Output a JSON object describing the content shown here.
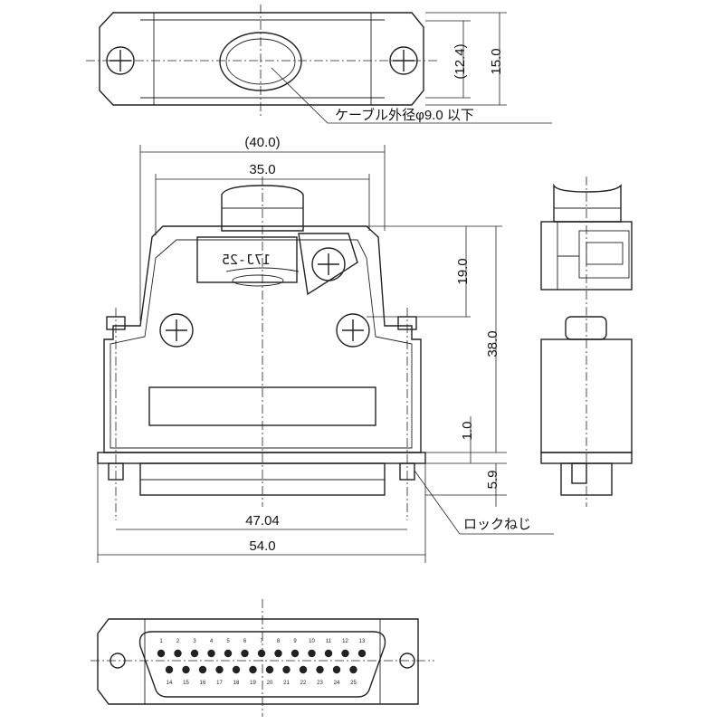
{
  "dimensions": {
    "top_height": "15.0",
    "top_inner": "(12.4)",
    "overall_cover_width": "(40.0)",
    "cover_width": "35.0",
    "upper_height": "19.0",
    "total_height": "38.0",
    "step": "1.0",
    "lock_depth": "5.9",
    "screw_pitch": "47.04",
    "flange_width": "54.0"
  },
  "callouts": {
    "cable_note": "ケーブル外径φ9.0 以下",
    "lock_screw": "ロックねじ"
  },
  "clamp_label": "17J-25",
  "pin_numbers": {
    "top_row": [
      "1",
      "2",
      "3",
      "4",
      "5",
      "6",
      "7",
      "8",
      "9",
      "10",
      "11",
      "12",
      "13"
    ],
    "bottom_row": [
      "14",
      "15",
      "16",
      "17",
      "18",
      "19",
      "20",
      "21",
      "22",
      "23",
      "24",
      "25"
    ]
  }
}
